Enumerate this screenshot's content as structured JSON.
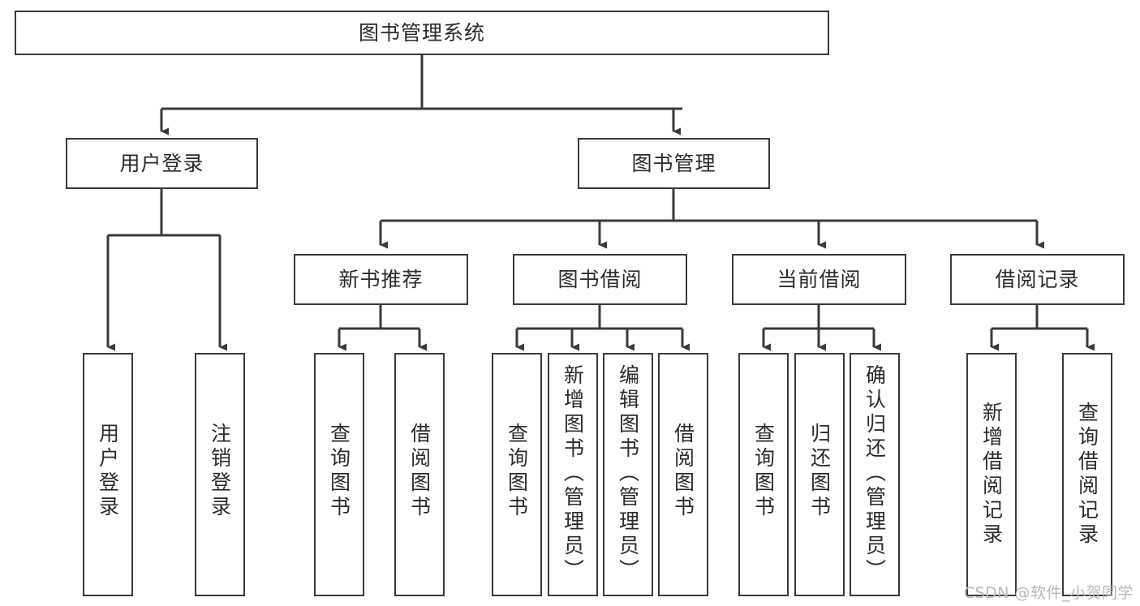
{
  "diagram": {
    "title": "图书管理系统",
    "type": "tree-hierarchy-diagram",
    "watermark": "CSDN @软件_小贺同学",
    "colors": {
      "background": "#ffffff",
      "box_border": "#3a3a3a",
      "box_fill": "#ffffff",
      "text": "#2b2b2b",
      "edge": "#3a3a3a",
      "watermark": "#b9b9b9"
    },
    "root": {
      "label": "图书管理系统"
    },
    "level2": [
      {
        "label": "用户登录"
      },
      {
        "label": "图书管理"
      }
    ],
    "level3": [
      {
        "label": "新书推荐"
      },
      {
        "label": "图书借阅"
      },
      {
        "label": "当前借阅"
      },
      {
        "label": "借阅记录"
      }
    ],
    "leaves": {
      "user_login": [
        {
          "label": "用户登录"
        },
        {
          "label": "注销登录"
        }
      ],
      "new_book_recommend": [
        {
          "label": "查询图书"
        },
        {
          "label": "借阅图书"
        }
      ],
      "book_borrow": [
        {
          "label": "查询图书"
        },
        {
          "label": "新增图书（管理员）"
        },
        {
          "label": "编辑图书（管理员）"
        },
        {
          "label": "借阅图书"
        }
      ],
      "current_borrow": [
        {
          "label": "查询图书"
        },
        {
          "label": "归还图书"
        },
        {
          "label": "确认归还（管理员）"
        }
      ],
      "borrow_record": [
        {
          "label": "新增借阅记录"
        },
        {
          "label": "查询借阅记录"
        }
      ]
    }
  }
}
